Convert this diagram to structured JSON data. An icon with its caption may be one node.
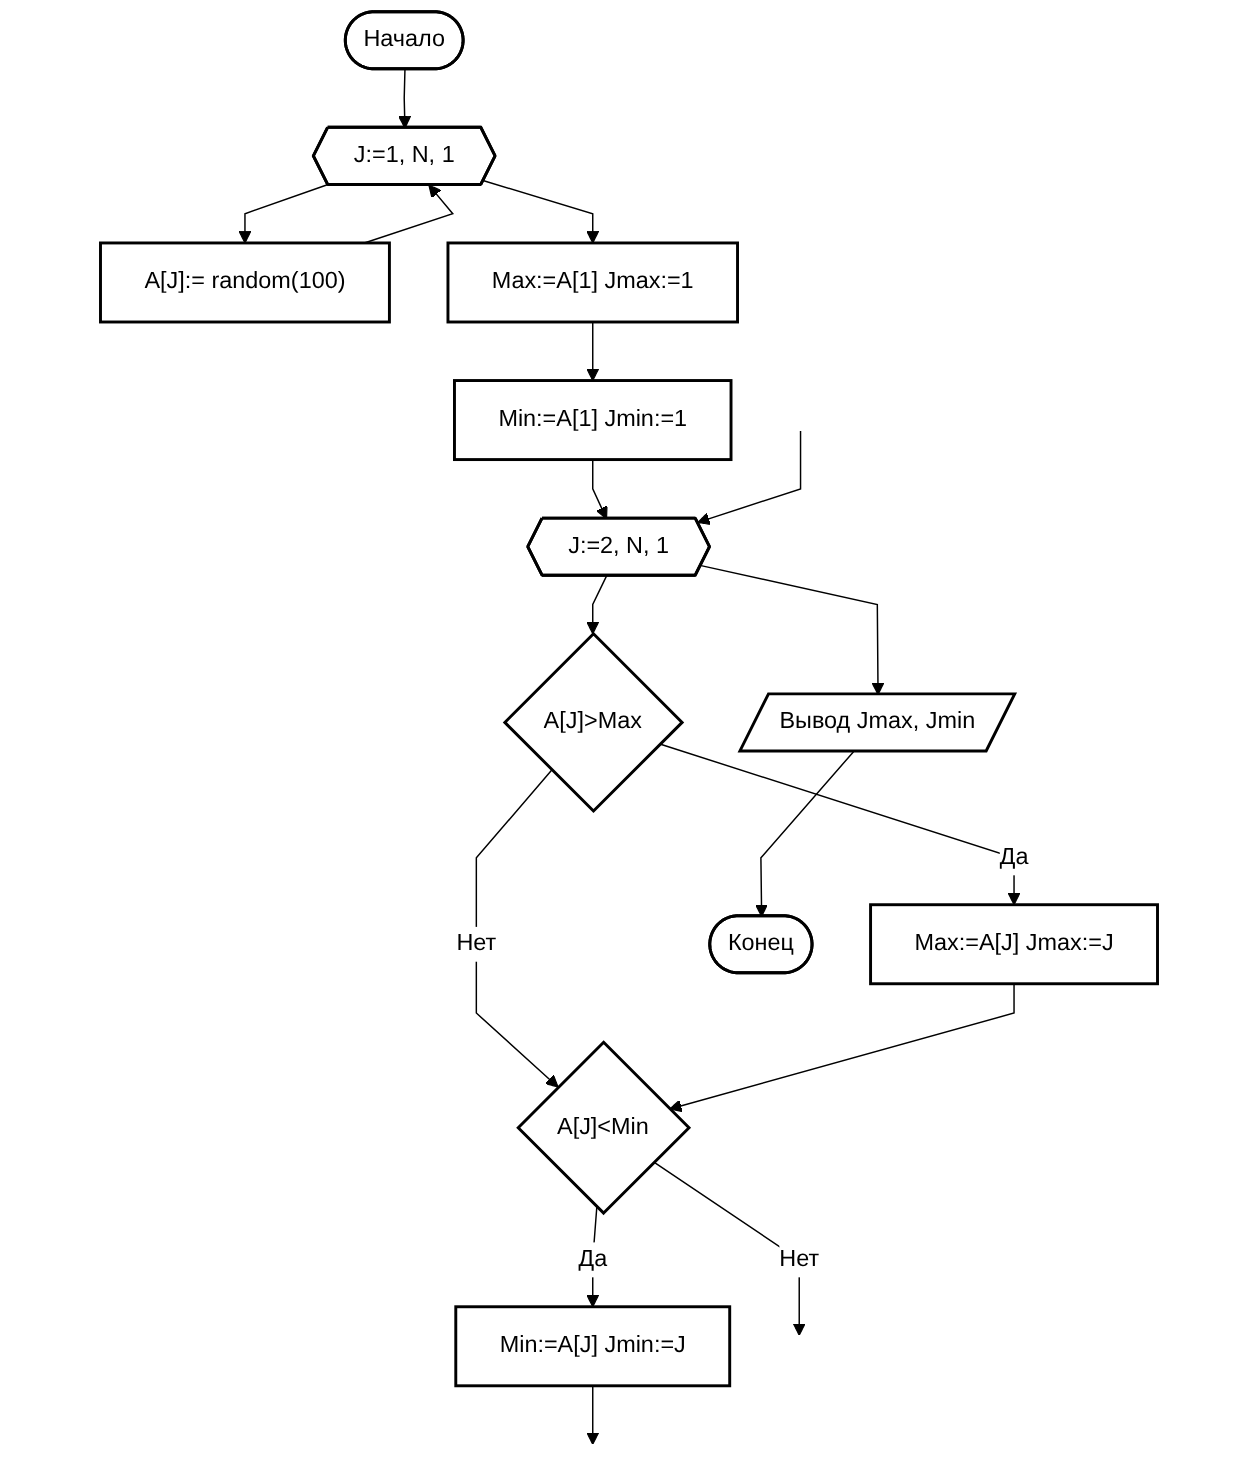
{
  "diagram": {
    "nodes": [
      {
        "text": [
          "Начало"
        ]
      },
      {
        "text": [
          "J:=1, N, 1"
        ]
      },
      {
        "text": [
          "A[J]:= random(100)"
        ]
      },
      {
        "text": [
          "Max:=A[1] Jmax:=1"
        ]
      },
      {
        "text": [
          "Min:=A[1] Jmin:=1"
        ]
      },
      {
        "text": [
          "J:=2, N, 1"
        ]
      },
      {
        "text": [
          "A[J]>Max"
        ]
      },
      {
        "text": [
          "Max:=A[J] Jmax:=J"
        ]
      },
      {
        "text": [
          "A[J]<Min"
        ]
      },
      {
        "text": [
          "Min:=A[J] Jmin:=J"
        ]
      },
      {
        "text": [
          "Вывод Jmax, Jmin"
        ]
      },
      {
        "text": [
          "Конец"
        ]
      }
    ],
    "edges": [
      {
        "from": 0,
        "to": 1,
        "arrow": "to"
      },
      {
        "from": 1,
        "to": 2,
        "arrow": "to"
      },
      {
        "from": 2,
        "to": 1,
        "arrow": "to"
      },
      {
        "from": 1,
        "to": 3,
        "arrow": "to"
      },
      {
        "from": 3,
        "to": 4,
        "arrow": "to"
      },
      {
        "from": 4,
        "to": 5,
        "arrow": "to"
      },
      {
        "from": 5,
        "to": 6,
        "arrow": "to"
      },
      {
        "from": 6,
        "to": 7,
        "label": "Да",
        "arrow": "to"
      },
      {
        "from": 6,
        "to": 8,
        "label": "Нет",
        "arrow": "to"
      },
      {
        "from": 7,
        "to": 8,
        "arrow": "to"
      },
      {
        "from": 8,
        "to": 9,
        "label": "Да",
        "arrow": "to"
      },
      {
        "from": 9,
        "to": null,
        "arrow": "to"
      },
      {
        "from": 8,
        "to": null,
        "label": "Нет",
        "arrow": "to"
      },
      {
        "from": null,
        "to": 5,
        "arrow": "to"
      },
      {
        "from": 5,
        "to": 10,
        "arrow": "to"
      },
      {
        "from": 10,
        "to": 11,
        "arrow": "to"
      }
    ]
  }
}
